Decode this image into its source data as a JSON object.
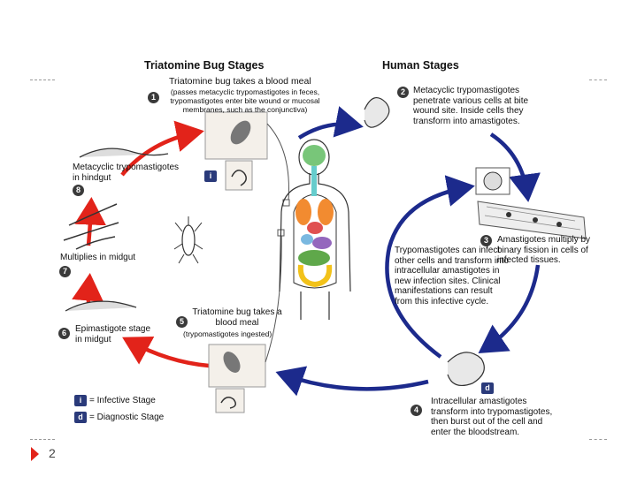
{
  "headers": {
    "left": "Triatomine Bug Stages",
    "right": "Human Stages"
  },
  "stages": {
    "s1": {
      "num": "1",
      "title": "Triatomine bug takes a blood meal",
      "detail": "(passes metacyclic trypomastigotes in feces, trypomastigotes enter bite wound or mucosal membranes, such as the conjunctiva)"
    },
    "s2": {
      "num": "2",
      "text": "Metacyclic trypomastigotes penetrate various cells at bite wound site.  Inside cells they transform into amastigotes."
    },
    "s3": {
      "num": "3",
      "text": "Amastigotes multiply by binary fission in cells of infected tissues."
    },
    "s4": {
      "num": "4",
      "text": "Intracellular amastigotes transform into trypomastigotes, then burst out of the cell and enter the bloodstream."
    },
    "s5": {
      "num": "5",
      "title": "Triatomine bug takes a blood meal",
      "detail": "(trypomastigotes ingested)"
    },
    "s6": {
      "num": "6",
      "text": "Epimastigote stage in midgut"
    },
    "s7": {
      "num": "7",
      "text": "Multiplies in midgut"
    },
    "s8": {
      "num": "8",
      "text": "Metacyclic trypomastigotes in hindgut"
    }
  },
  "center_note": "Trypomastigotes can infect other cells and transform into intracellular amastigotes in new infection sites. Clinical manifestations can result from this infective cycle.",
  "legend": {
    "infective_letter": "i",
    "infective_label": "= Infective Stage",
    "diagnostic_letter": "d",
    "diagnostic_label": "= Diagnostic Stage"
  },
  "markers": {
    "i_marker": "i",
    "d_marker": "d"
  },
  "slide_number": "2",
  "colors": {
    "red_arrow": "#e2231a",
    "blue_arrow": "#1c2a8c",
    "badge": "#2a3a7a"
  }
}
